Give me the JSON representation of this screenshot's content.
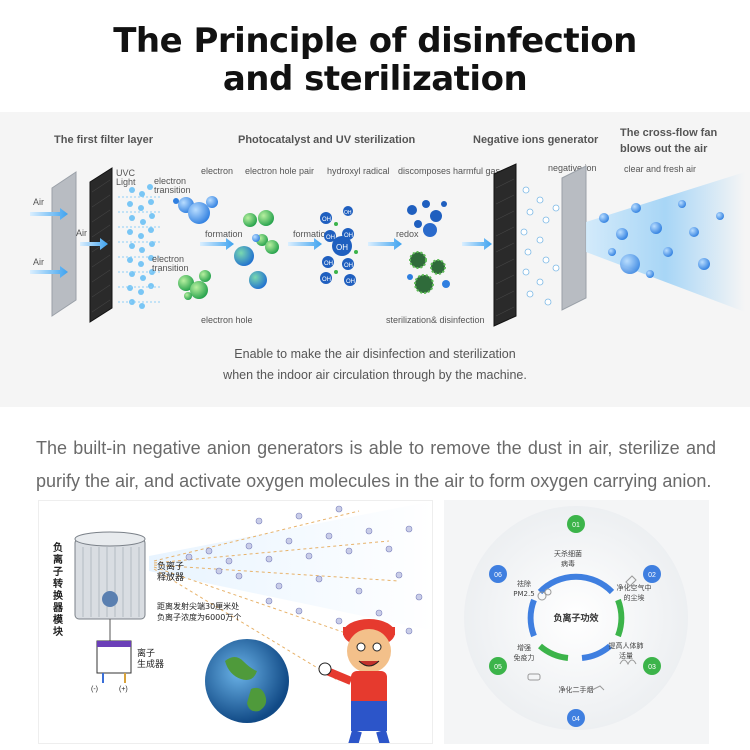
{
  "title": {
    "line1": "The Principle of disinfection",
    "line2": "and sterilization"
  },
  "diagram": {
    "stages": {
      "first_filter": "The first filter layer",
      "photocatalyst": "Photocatalyst and UV sterilization",
      "negative_ions": "Negative ions generator",
      "crossflow_line1": "The cross-flow fan",
      "crossflow_line2": "blows out the air"
    },
    "labels": {
      "air": "Air",
      "uvc_line1": "UVC",
      "uvc_line2": "Light",
      "electron_transition_line1": "electron",
      "electron_transition_line2": "transition",
      "electron": "electron",
      "electron_hole_pair": "electron hole pair",
      "hydroxyl_radical": "hydroxyl radical",
      "discomposes_harmful_gas": "discomposes harmful gas",
      "negative_ion": "negative ion",
      "clear_fresh_air": "clear and fresh air",
      "formation": "formation",
      "redox": "redox",
      "electron_hole": "electron hole",
      "sterilization_disinfection": "sterilization& disinfection",
      "oh": "OH"
    },
    "caption_line1": "Enable to make the air disinfection and sterilization",
    "caption_line2": "when the indoor air circulation through by the machine."
  },
  "description": "The built-in negative anion generators is able to remove the dust in air, sterilize and purify the air, and activate oxygen molecules in the air to form oxygen carrying anion.",
  "left_image": {
    "vertical_label": "负离子转换器模块",
    "emitter_label": "负离子\n释放器",
    "note_line1": "距离发射尖端30厘米处",
    "note_line2": "负离子浓度为6000万个",
    "generator_label": "离子\n生成器",
    "minus": "(-)",
    "plus": "(+)"
  },
  "right_image": {
    "center": "负离子功效",
    "items": [
      {
        "num": "01",
        "text": "天杀细菌病毒"
      },
      {
        "num": "02",
        "text": "净化空气中的尘埃"
      },
      {
        "num": "03",
        "text": "提高人体肺活量"
      },
      {
        "num": "04",
        "text": "净化二手烟"
      },
      {
        "num": "05",
        "text": "增强免疫力"
      },
      {
        "num": "06",
        "text": "祛除PM2.5"
      }
    ]
  },
  "colors": {
    "ion_blue": "#4a90d9",
    "green": "#3cb44a",
    "dark_blue": "#1f5fbf",
    "light_blue": "#a9d8f5"
  }
}
